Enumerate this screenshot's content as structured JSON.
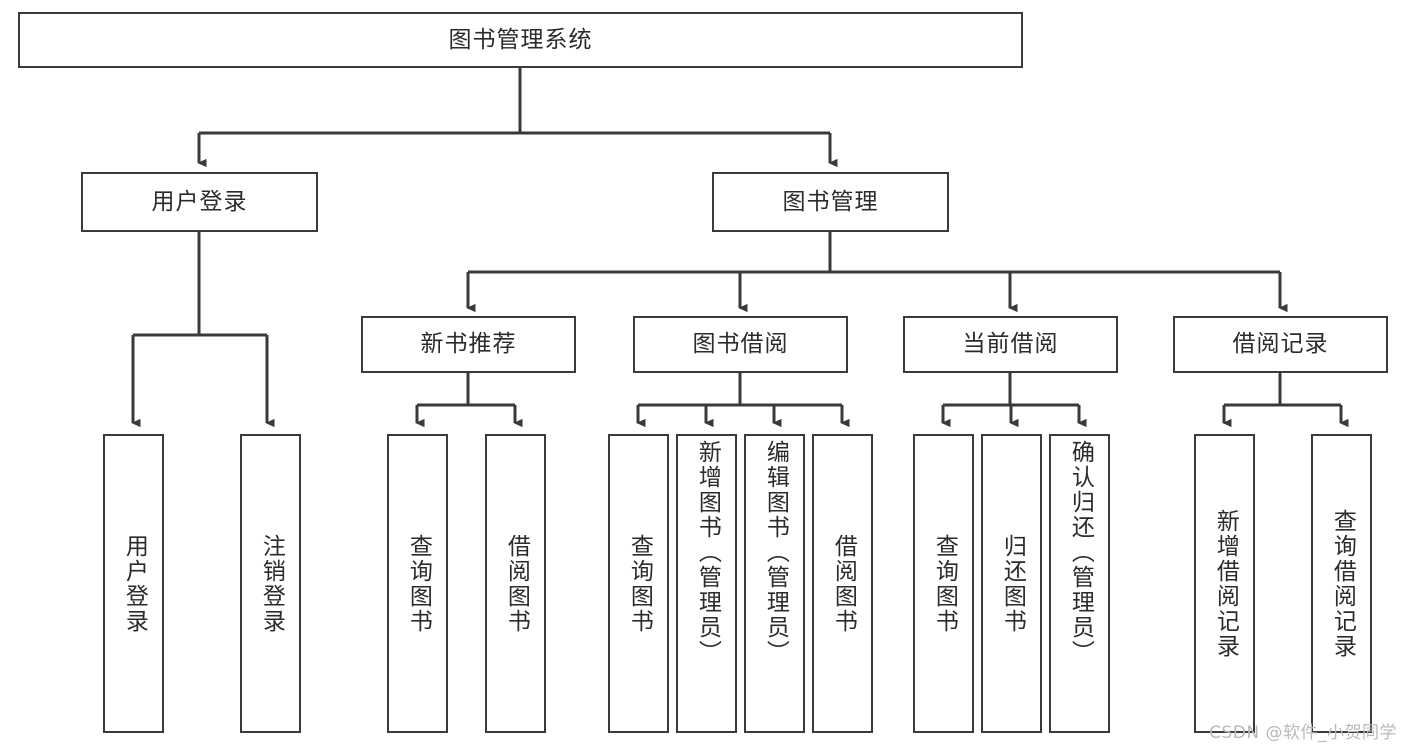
{
  "diagram": {
    "title": "图书管理系统",
    "watermark": "CSDN @软件_小贺同学",
    "root": {
      "label": "图书管理系统"
    },
    "level2": [
      {
        "label": "用户登录"
      },
      {
        "label": "图书管理"
      }
    ],
    "level3": [
      {
        "label": "新书推荐"
      },
      {
        "label": "图书借阅"
      },
      {
        "label": "当前借阅"
      },
      {
        "label": "借阅记录"
      }
    ],
    "leaves": {
      "user_login": [
        {
          "label": "用户登录"
        },
        {
          "label": "注销登录"
        }
      ],
      "new_book_recommend": [
        {
          "label": "查询图书"
        },
        {
          "label": "借阅图书"
        }
      ],
      "book_borrow": [
        {
          "label": "查询图书"
        },
        {
          "label": "新增图书（管理员）"
        },
        {
          "label": "编辑图书（管理员）"
        },
        {
          "label": "借阅图书"
        }
      ],
      "current_borrow": [
        {
          "label": "查询图书"
        },
        {
          "label": "归还图书"
        },
        {
          "label": "确认归还（管理员）"
        }
      ],
      "borrow_record": [
        {
          "label": "新增借阅记录"
        },
        {
          "label": "查询借阅记录"
        }
      ]
    }
  },
  "colors": {
    "stroke": "#3a3a3a",
    "text": "#2b2b2b",
    "background": "#ffffff",
    "watermark": "#b9b9b9"
  }
}
